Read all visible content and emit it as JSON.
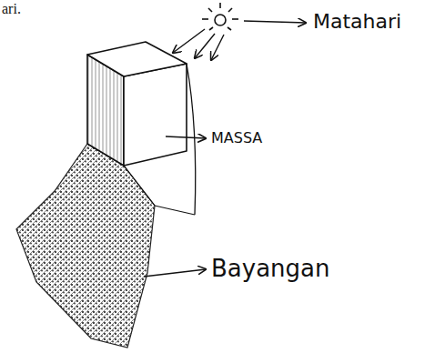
{
  "diagram": {
    "labels": [
      "ari.",
      "Matahari",
      "MASSA",
      "Bayangan"
    ]
  }
}
